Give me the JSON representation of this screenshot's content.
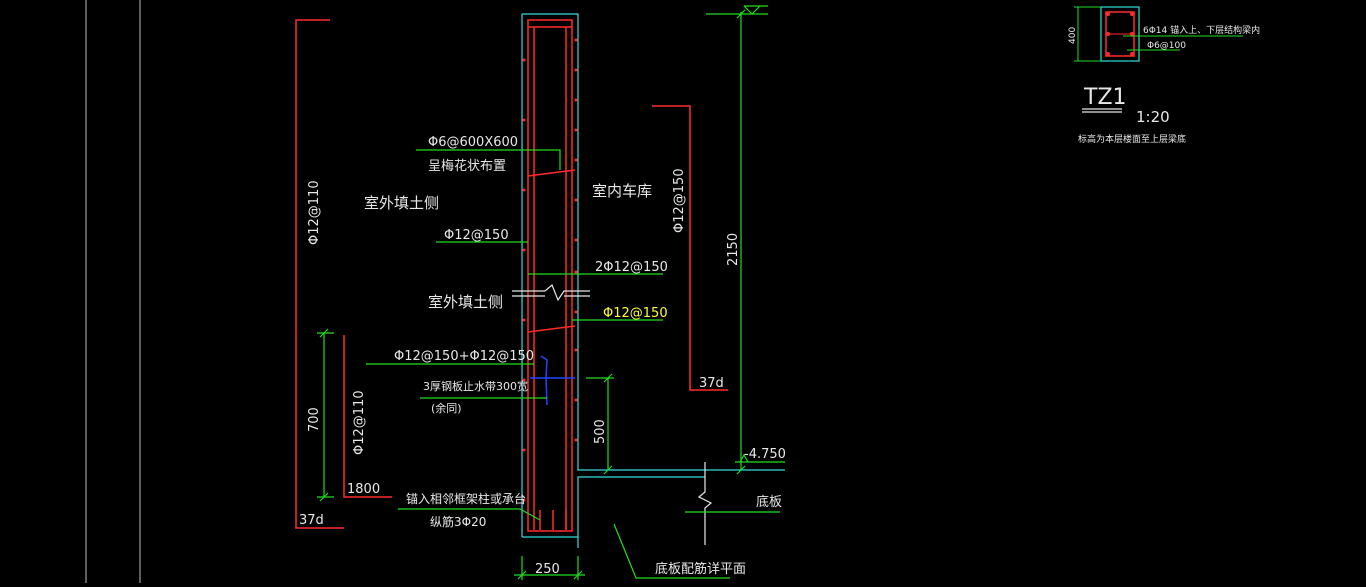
{
  "colors": {
    "background": "#000000",
    "concrete_outline": "#33dddd",
    "rebar": "#ff2a2a",
    "dimension": "#22dd22",
    "leader": "#22dd22",
    "text": "#e8e8e8",
    "highlight_text": "#ffff33",
    "waterstop": "#2244ff"
  },
  "labels": {
    "mesh_rebar": "Φ6@600X600",
    "mesh_layout": "呈梅花状布置",
    "outdoor_fill_upper": "室外填土侧",
    "indoor_garage": "室内车库",
    "vert_outer": "Φ12@150",
    "horiz_double": "2Φ12@150",
    "outdoor_fill_lower": "室外填土侧",
    "vert_inner_highlight": "Φ12@150",
    "lower_outer": "Φ12@150+Φ12@150",
    "waterstop": "3厚钢板止水带300宽",
    "waterstop_note": "(余同)",
    "anchor_note": "锚入相邻框架柱或承台",
    "long_bars": "纵筋3Φ20",
    "slab_label": "底板",
    "slab_rebar": "底板配筋详平面",
    "left_bar_tall": "Φ12@110",
    "left_bar_short": "Φ12@110",
    "right_bar": "Φ12@150",
    "anchor_37d_left": "37d",
    "anchor_37d_right": "37d",
    "len_1800": "1800"
  },
  "dimensions": {
    "dim_700": "700",
    "dim_500": "500",
    "dim_2150": "2150",
    "dim_250": "250",
    "elevation": "-4.750"
  },
  "detail": {
    "title": "TZ1",
    "scale": "1:20",
    "note": "标高为本层楼面至上层梁底",
    "section_size": "400",
    "bars_note": "6Φ14 锚入上、下层结构梁内",
    "stirrups": "Φ6@100"
  }
}
